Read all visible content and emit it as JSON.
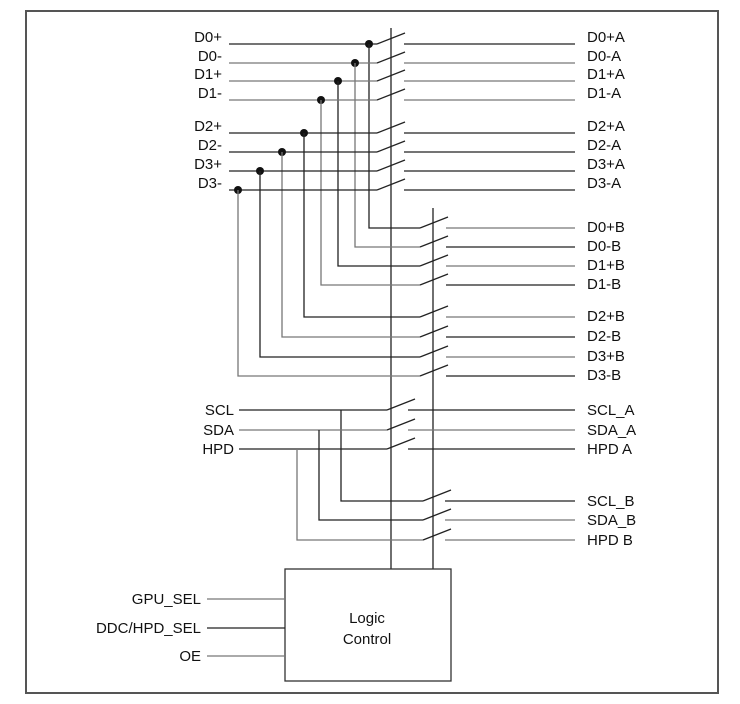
{
  "title": "Mux switch block diagram",
  "inputs_diff": [
    "D0+",
    "D0-",
    "D1+",
    "D1-",
    "D2+",
    "D2-",
    "D3+",
    "D3-"
  ],
  "outputs_a": [
    "D0+A",
    "D0-A",
    "D1+A",
    "D1-A",
    "D2+A",
    "D2-A",
    "D3+A",
    "D3-A"
  ],
  "outputs_b": [
    "D0+B",
    "D0-B",
    "D1+B",
    "D1-B",
    "D2+B",
    "D2-B",
    "D3+B",
    "D3-B"
  ],
  "inputs_ddc": [
    "SCL",
    "SDA",
    "HPD"
  ],
  "outputs_ddc_a": [
    "SCL_A",
    "SDA_A",
    "HPD A"
  ],
  "outputs_ddc_b": [
    "SCL_B",
    "SDA_B",
    "HPD B"
  ],
  "control_inputs": [
    "GPU_SEL",
    "DDC/HPD_SEL",
    "OE"
  ],
  "logic_block": {
    "line1": "Logic",
    "line2": "Control"
  }
}
